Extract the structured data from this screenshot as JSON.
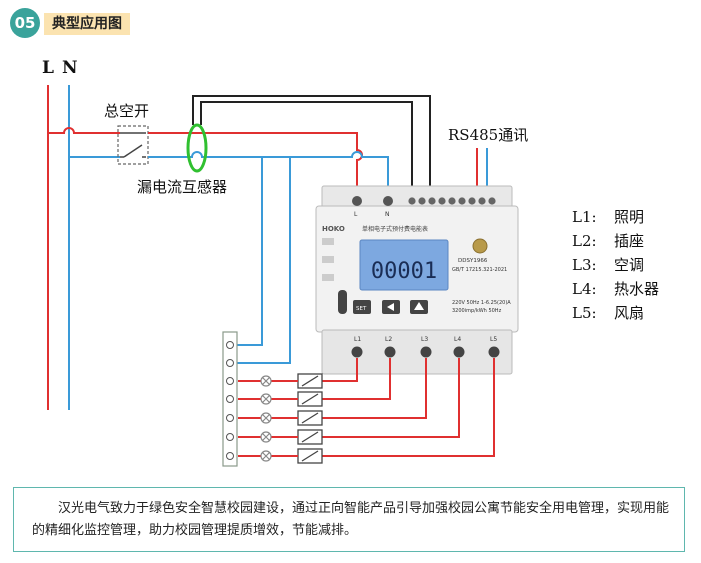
{
  "header": {
    "number": "05",
    "title": "典型应用图"
  },
  "diagram": {
    "line_label": "L",
    "neutral_label": "N",
    "main_switch_label": "总空开",
    "leak_sensor_label": "漏电流互感器",
    "rs485_label": "RS485通讯",
    "circuits": [
      {
        "id": "L1:",
        "name": "照明"
      },
      {
        "id": "L2:",
        "name": "插座"
      },
      {
        "id": "L3:",
        "name": "空调"
      },
      {
        "id": "L4:",
        "name": "热水器"
      },
      {
        "id": "L5:",
        "name": "风扇"
      }
    ],
    "meter": {
      "brand": "HOKO",
      "name": "单相电子式预付费电能表",
      "display": "00001",
      "model": "DDSY1966",
      "standard": "GB/T 17215.321-2021",
      "spec_line1": "220V 50Hz 1-6.25(20)A",
      "spec_line2": "3200imp/kWh 50Hz",
      "top_terminals": [
        "L",
        "N"
      ],
      "output_terminals": [
        "L1",
        "L2",
        "L3",
        "L4",
        "L5"
      ],
      "set_button": "SET"
    },
    "colors": {
      "live": "#e03030",
      "neutral": "#3a9ad8",
      "rs485_a": "#e03030",
      "rs485_b": "#3a9ad8",
      "sensor": "#30c030",
      "accent": "#3aa39b"
    }
  },
  "description": "汉光电气致力于绿色安全智慧校园建设，通过正向智能产品引导加强校园公寓节能安全用电管理，实现用能的精细化监控管理，助力校园管理提质增效，节能减排。"
}
